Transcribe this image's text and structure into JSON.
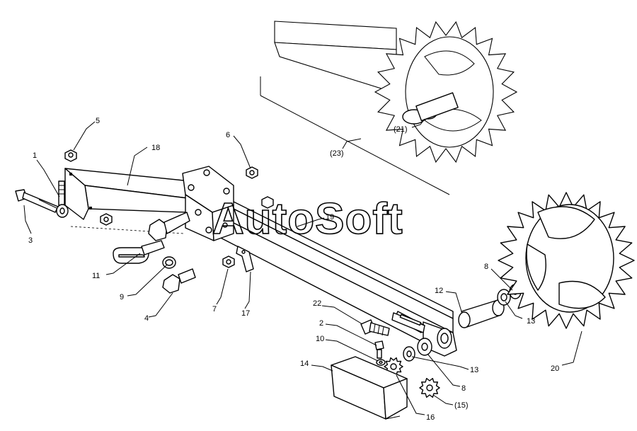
{
  "watermark": "AutoSoft",
  "callouts": {
    "c1": "1",
    "c2": "2",
    "c3": "3",
    "c4": "4",
    "c5": "5",
    "c6": "6",
    "c7": "7",
    "c8a": "8",
    "c8b": "8",
    "c9": "9",
    "c10": "10",
    "c11": "11",
    "c12": "12",
    "c13a": "13",
    "c13b": "13",
    "c14": "14",
    "c15": "(15)",
    "c16": "16",
    "c17": "17",
    "c18": "18",
    "c19": "19",
    "c20": "20",
    "c21": "(21)",
    "c22": "22",
    "c23": "(23)"
  }
}
